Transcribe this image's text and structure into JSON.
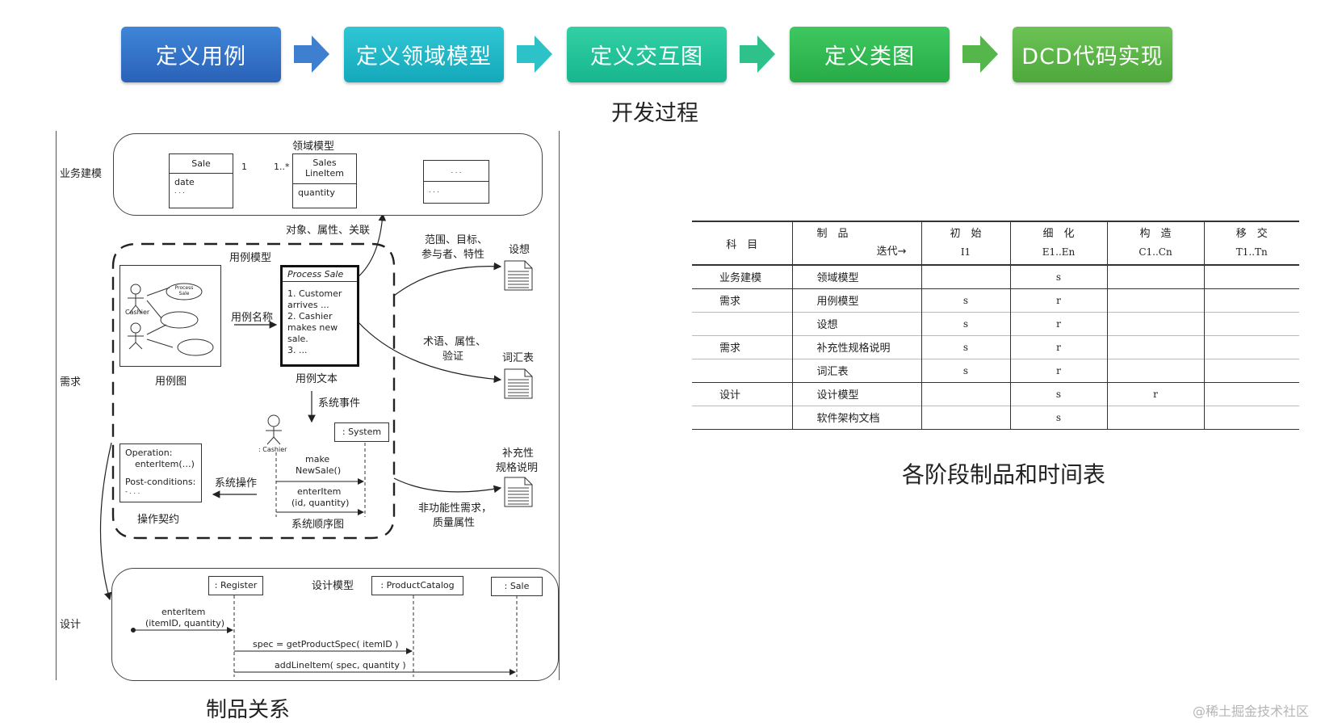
{
  "flow": {
    "steps": [
      {
        "label": "定义用例",
        "color": "#2f6fc6"
      },
      {
        "label": "定义领域模型",
        "color": "#1ab8c8"
      },
      {
        "label": "定义交互图",
        "color": "#22c49a"
      },
      {
        "label": "定义类图",
        "color": "#2fb851"
      },
      {
        "label": "DCD代码实现",
        "color": "#5ab544"
      }
    ],
    "caption": "开发过程"
  },
  "artifacts": {
    "caption": "制品关系",
    "rows": {
      "business": "业务建模",
      "requirements": "需求",
      "design": "设计"
    },
    "domain_model": {
      "title": "领域模型",
      "sale": {
        "name": "Sale",
        "attr1": "date",
        "attr2": ". . ."
      },
      "mult_left": "1",
      "mult_right": "1..*",
      "line_item": {
        "name1": "Sales",
        "name2": "LineItem",
        "attr": "quantity"
      },
      "other": {
        "a": ". . .",
        "b": ". . ."
      }
    },
    "domain_link_label": "对象、属性、关联",
    "usecase_model_title": "用例模型",
    "usecase_diagram": {
      "actor": "Cashier",
      "bubble": "Process Sale",
      "caption": "用例图"
    },
    "usecase_name_label": "用例名称",
    "usecase_text": {
      "title": "Process Sale",
      "lines": [
        "1. Customer",
        "arrives ...",
        "2. Cashier",
        "makes new",
        "sale.",
        "3. ..."
      ],
      "caption": "用例文本"
    },
    "system_event_label": "系统事件",
    "ssd": {
      "actor": ": Cashier",
      "system": ": System",
      "msg1a": "make",
      "msg1b": "NewSale()",
      "msg2a": "enterItem",
      "msg2b": "(id, quantity)",
      "caption": "系统顺序图"
    },
    "contract": {
      "op1": "Operation:",
      "op2": "enterItem(…)",
      "post": "Post-conditions:",
      "etc": "- . . .",
      "caption": "操作契约"
    },
    "system_op_label": "系统操作",
    "vision": {
      "arrow_label1": "范围、目标、",
      "arrow_label2": "参与者、特性",
      "title": "设想"
    },
    "glossary": {
      "arrow_label1": "术语、属性、",
      "arrow_label2": "验证",
      "title": "词汇表"
    },
    "supplementary": {
      "title1": "补充性",
      "title2": "规格说明",
      "arrow_label1": "非功能性需求，",
      "arrow_label2": "质量属性"
    },
    "design_model": {
      "title": "设计模型",
      "register": ": Register",
      "catalog": ": ProductCatalog",
      "sale": ": Sale",
      "msg1a": "enterItem",
      "msg1b": "(itemID, quantity)",
      "msg2": "spec = getProductSpec( itemID )",
      "msg3": "addLineItem( spec, quantity )"
    }
  },
  "schedule": {
    "caption": "各阶段制品和时间表",
    "header": {
      "subject": "科　目",
      "artifact": "制　品",
      "iteration": "迭代→",
      "phases": [
        {
          "name": "初　始",
          "range": "I1"
        },
        {
          "name": "细　化",
          "range": "E1..En"
        },
        {
          "name": "构　造",
          "range": "C1..Cn"
        },
        {
          "name": "移　交",
          "range": "T1..Tn"
        }
      ]
    },
    "rows": [
      {
        "subject": "业务建模",
        "artifact": "领域模型",
        "cells": [
          "",
          "s",
          "",
          ""
        ]
      },
      {
        "subject": "需求",
        "artifact": "用例模型",
        "cells": [
          "s",
          "r",
          "",
          ""
        ]
      },
      {
        "subject": "",
        "artifact": "设想",
        "cells": [
          "s",
          "r",
          "",
          ""
        ]
      },
      {
        "subject": "需求",
        "artifact": "补充性规格说明",
        "cells": [
          "s",
          "r",
          "",
          ""
        ]
      },
      {
        "subject": "",
        "artifact": "词汇表",
        "cells": [
          "s",
          "r",
          "",
          ""
        ]
      },
      {
        "subject": "设计",
        "artifact": "设计模型",
        "cells": [
          "",
          "s",
          "r",
          ""
        ]
      },
      {
        "subject": "",
        "artifact": "软件架构文档",
        "cells": [
          "",
          "s",
          "",
          ""
        ]
      }
    ]
  },
  "watermark": "@稀土掘金技术社区"
}
